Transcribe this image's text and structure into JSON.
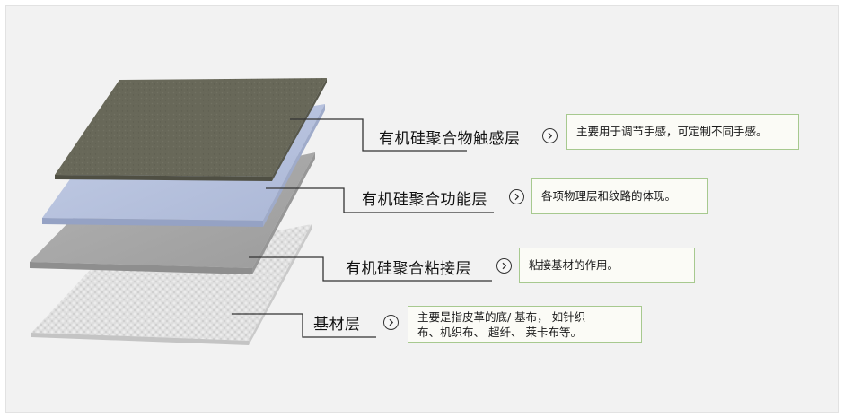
{
  "layers": [
    {
      "name": "有机硅聚合物触感层",
      "description": "主要用于调节手感，可定制不同手感。",
      "color": "#676759"
    },
    {
      "name": "有机硅聚合功能层",
      "description": "各项物理层和纹路的体现。",
      "color": "#b7c3de"
    },
    {
      "name": "有机硅聚合粘接层",
      "description": "粘接基材的作用。",
      "color": "#a5a5a5"
    },
    {
      "name": "基材层",
      "description": "主要是指皮革的底/ 基布，  如针织布、机织布、 超纤、 莱卡布等。",
      "description_lines": [
        "主要是指皮革的底/ 基布，  如针织",
        "布、机织布、 超纤、 莱卡布等。"
      ],
      "color": "#dcdcdc"
    }
  ],
  "colors": {
    "background": "#f2f2f2",
    "box_border": "#a7c98f",
    "leader_line": "#333333"
  },
  "icon": "chevron-right-circle-icon"
}
